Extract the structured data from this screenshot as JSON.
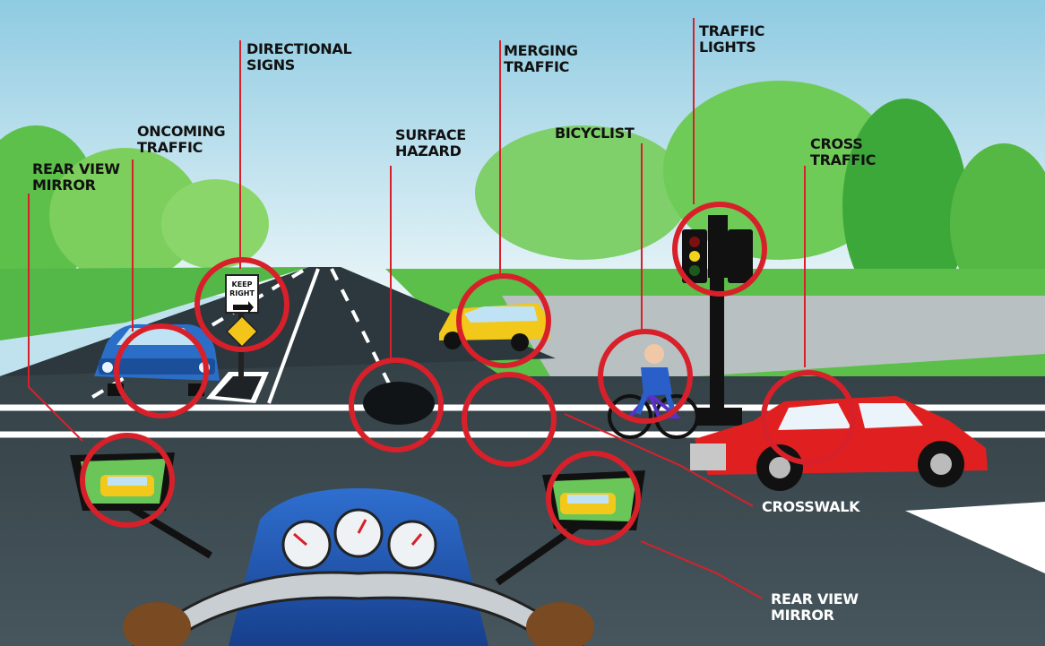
{
  "labels": {
    "rear_view_mirror_left": [
      "REAR VIEW",
      "MIRROR"
    ],
    "oncoming_traffic": [
      "ONCOMING",
      "TRAFFIC"
    ],
    "directional_signs": [
      "DIRECTIONAL",
      "SIGNS"
    ],
    "surface_hazard": [
      "SURFACE",
      "HAZARD"
    ],
    "merging_traffic": [
      "MERGING",
      "TRAFFIC"
    ],
    "bicyclist": [
      "BICYCLIST"
    ],
    "traffic_lights": [
      "TRAFFIC",
      "LIGHTS"
    ],
    "cross_traffic": [
      "CROSS",
      "TRAFFIC"
    ],
    "crosswalk": [
      "CROSSWALK"
    ],
    "rear_view_mirror_right": [
      "REAR VIEW",
      "MIRROR"
    ]
  },
  "sign": {
    "line1": "KEEP",
    "line2": "RIGHT"
  },
  "colors": {
    "callout_red": "#d8202a",
    "sky_top": "#9fd3e6",
    "road": "#3a4a50",
    "grass": "#53b847",
    "sedan_red": "#e02020",
    "car_blue": "#2a6ec8",
    "car_yellow": "#f2c81a"
  }
}
